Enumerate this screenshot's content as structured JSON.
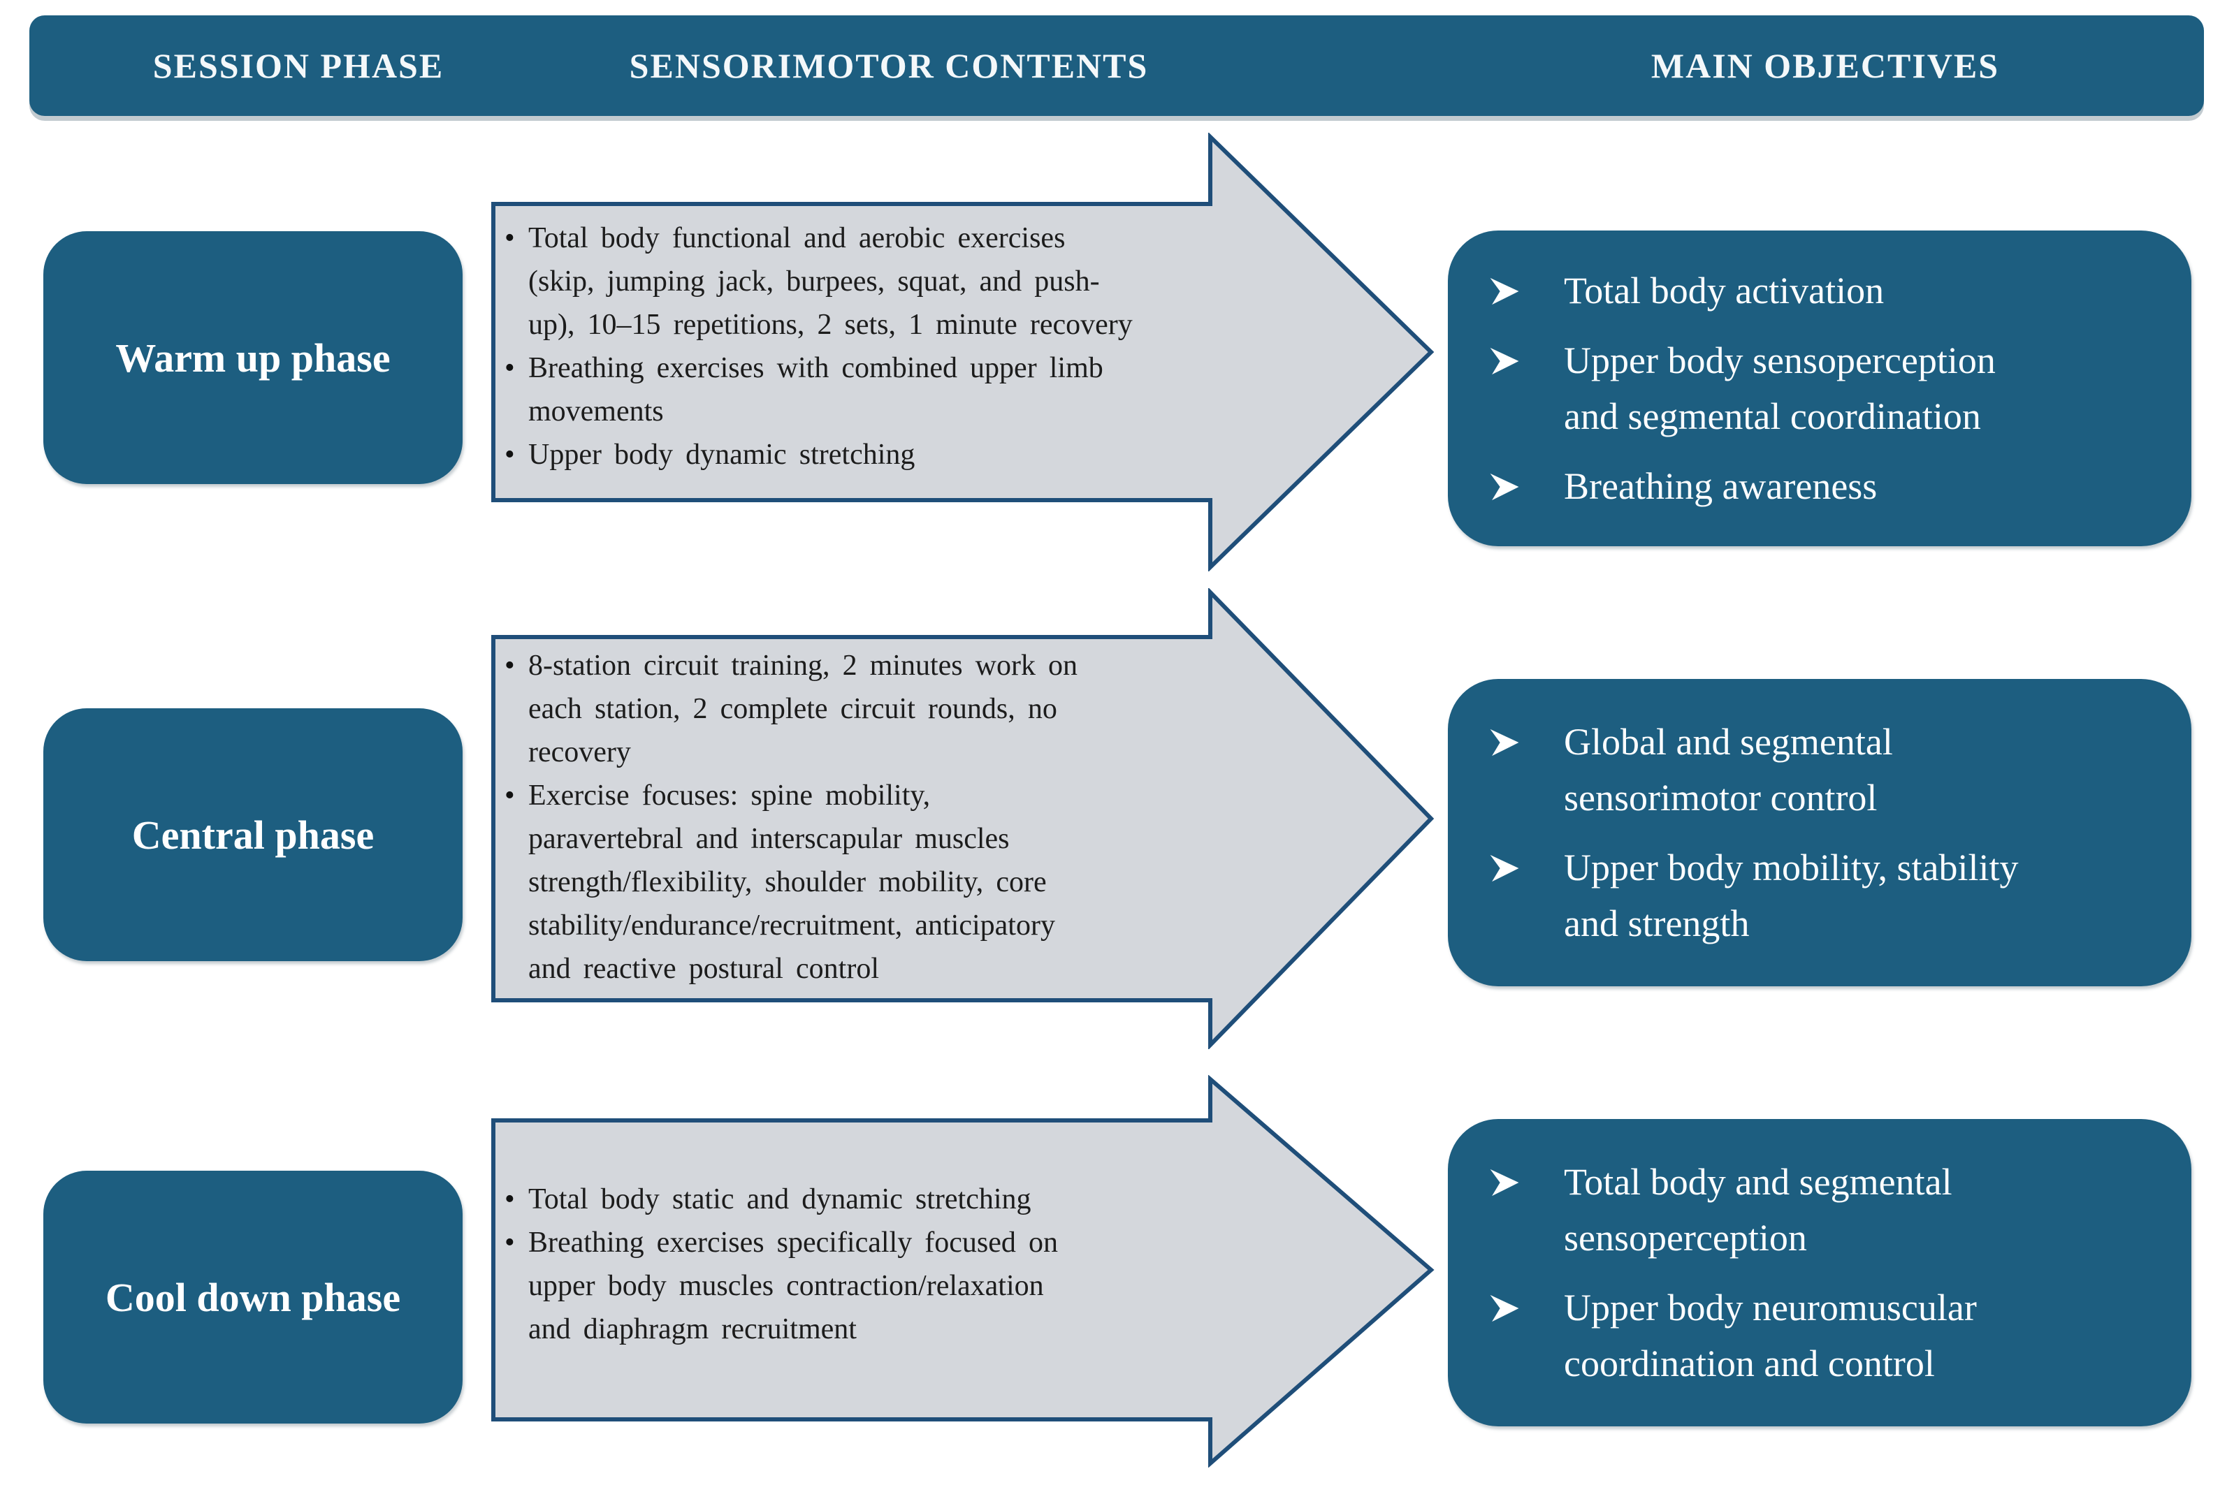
{
  "figure": {
    "type": "session-structure-diagram",
    "colors": {
      "teal": "#1d5e80",
      "arrow_fill": "#d4d7dc",
      "arrow_border": "#1f4e79",
      "text_dark": "#1c1c1c",
      "text_light": "#fbfdfe"
    }
  },
  "glyphs": {
    "bullet": "•"
  },
  "header": {
    "col1": "SESSION PHASE",
    "col2": "SENSORIMOTOR CONTENTS",
    "col3": "MAIN OBJECTIVES"
  },
  "rows": [
    {
      "phase": "Warm up phase",
      "contents": [
        "Total body functional and aerobic exercises\n(skip, jumping jack, burpees, squat, and push-\nup), 10–15 repetitions, 2 sets, 1 minute recovery",
        "Breathing exercises with combined upper limb\nmovements",
        "Upper body dynamic stretching"
      ],
      "objectives": [
        "Total body activation",
        "Upper body sensoperception\nand segmental coordination",
        "Breathing awareness"
      ]
    },
    {
      "phase": "Central phase",
      "contents": [
        "8-station circuit training, 2 minutes work on\neach station, 2 complete circuit rounds, no\nrecovery",
        "Exercise focuses: spine mobility,\nparavertebral and interscapular muscles\nstrength/flexibility, shoulder mobility, core\nstability/endurance/recruitment, anticipatory\nand reactive postural control"
      ],
      "objectives": [
        "Global and segmental\nsensorimotor control",
        "Upper body mobility, stability\nand strength"
      ]
    },
    {
      "phase": "Cool down phase",
      "contents": [
        "Total body static and dynamic stretching",
        "Breathing exercises specifically focused on\nupper body muscles contraction/relaxation\nand diaphragm recruitment"
      ],
      "objectives": [
        "Total body and segmental\nsensoperception",
        "Upper body neuromuscular\ncoordination and control"
      ]
    }
  ]
}
